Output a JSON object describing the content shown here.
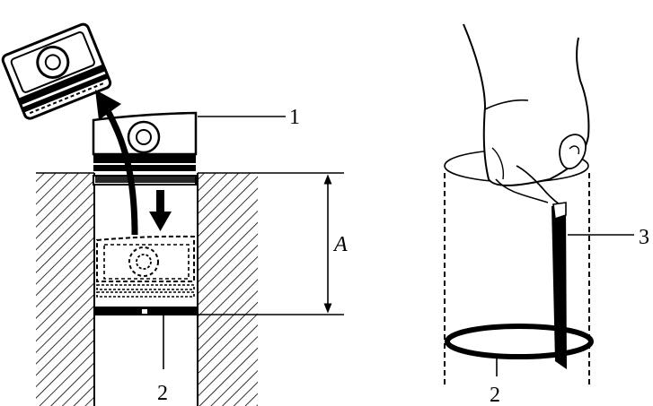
{
  "labels": {
    "callout_1": "1",
    "callout_2_left": "2",
    "dimension_A": "A",
    "callout_3": "3",
    "callout_2_right": "2"
  },
  "colors": {
    "ink": "#000000",
    "paper": "#ffffff"
  }
}
